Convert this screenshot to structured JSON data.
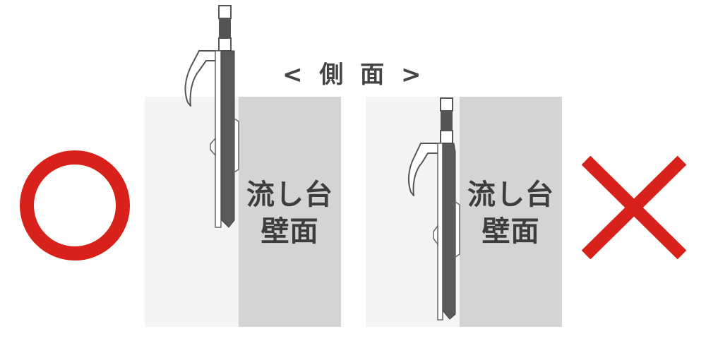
{
  "title": "< 側 面 >",
  "panels": [
    {
      "verdict": "correct",
      "verdict_mark": "circle",
      "surface_label_line1": "流し台",
      "surface_label_line2": "壁面"
    },
    {
      "verdict": "incorrect",
      "verdict_mark": "cross",
      "surface_label_line1": "流し台",
      "surface_label_line2": "壁面"
    }
  ],
  "colors": {
    "mark_red": "#d7211a",
    "panel_light": "#f4f4f4",
    "panel_wall": "#d4d4d6",
    "hook_dark": "#5a5a5a",
    "hook_outline": "#555555",
    "text_dark": "#444444"
  }
}
